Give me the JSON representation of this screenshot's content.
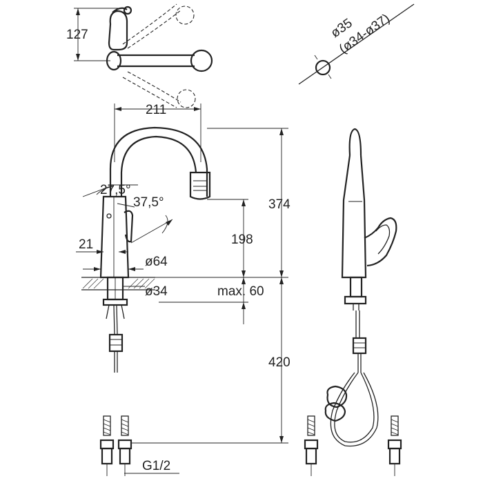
{
  "dimensions": {
    "swivel_depth": "127",
    "hole_diameter": "ø35",
    "hole_range": "(ø34-ø37)",
    "spout_reach": "211",
    "angle_spout": "27,5°",
    "angle_lever": "37,5°",
    "total_height": "374",
    "spout_height": "198",
    "lever_offset": "21",
    "base_diameter": "ø64",
    "shank_diameter": "ø34",
    "max_deck": "max. 60",
    "hose_length": "420",
    "thread": "G1/2"
  }
}
